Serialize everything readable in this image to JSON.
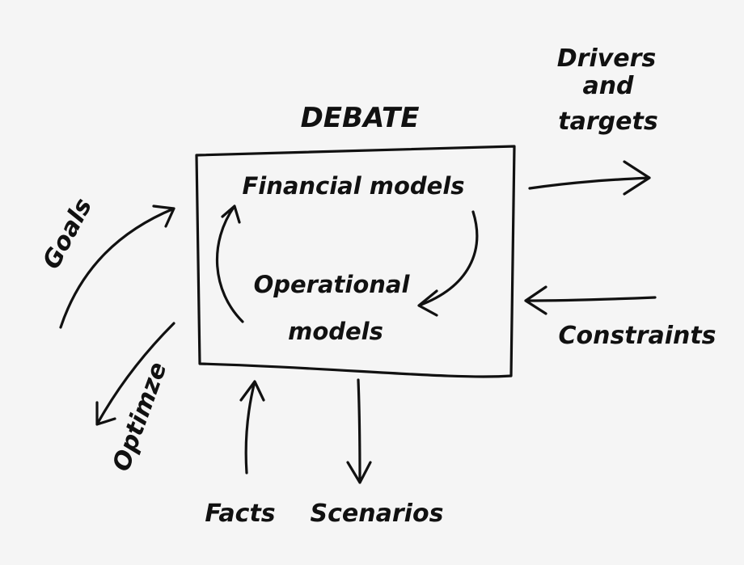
{
  "title": "DEBATE",
  "box": {
    "line1": "Financial models",
    "line2": "Operational",
    "line3": "models"
  },
  "outputs": {
    "drivers_1": "Drivers",
    "drivers_2": "and",
    "drivers_3": "targets"
  },
  "inputs": {
    "goals": "Goals",
    "optimize": "Optimze",
    "constraints": "Constraints",
    "facts": "Facts",
    "scenarios": "Scenarios"
  }
}
